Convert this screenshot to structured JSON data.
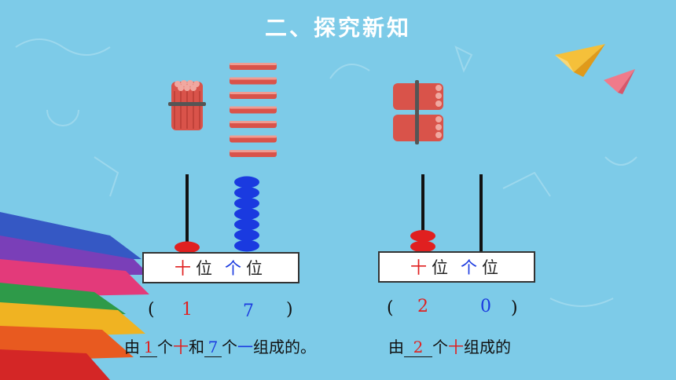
{
  "title": "二、探究新知",
  "left_panel": {
    "tens_label": "十",
    "ones_label": "个",
    "place_suffix": "位",
    "answer_open": "(",
    "answer_close": ")",
    "tens_value": "1",
    "ones_value": "7",
    "sentence": {
      "prefix": "由",
      "tens_count": "1",
      "tens_measure": "个",
      "tens_unit": "十",
      "joiner": "和",
      "ones_count": "7",
      "ones_measure": "个",
      "ones_unit": "一",
      "suffix": "组成的。"
    }
  },
  "right_panel": {
    "tens_label": "十",
    "ones_label": "个",
    "place_suffix": "位",
    "answer_open": "(",
    "answer_close": ")",
    "tens_value": "2",
    "ones_value": "0",
    "sentence": {
      "prefix": "由",
      "tens_count": "2",
      "tens_measure": "个",
      "tens_unit": "十",
      "suffix": "组成的"
    }
  },
  "counts": {
    "left_bundles": 1,
    "left_single_sticks": 7,
    "left_tens_beads": 1,
    "left_ones_beads": 7,
    "right_bundles": 2,
    "right_tens_beads": 2,
    "right_ones_beads": 0
  },
  "colors": {
    "background": "#7dcbe8",
    "tens": "#e02020",
    "ones": "#1a3ae0",
    "stick": "#d9534a"
  }
}
